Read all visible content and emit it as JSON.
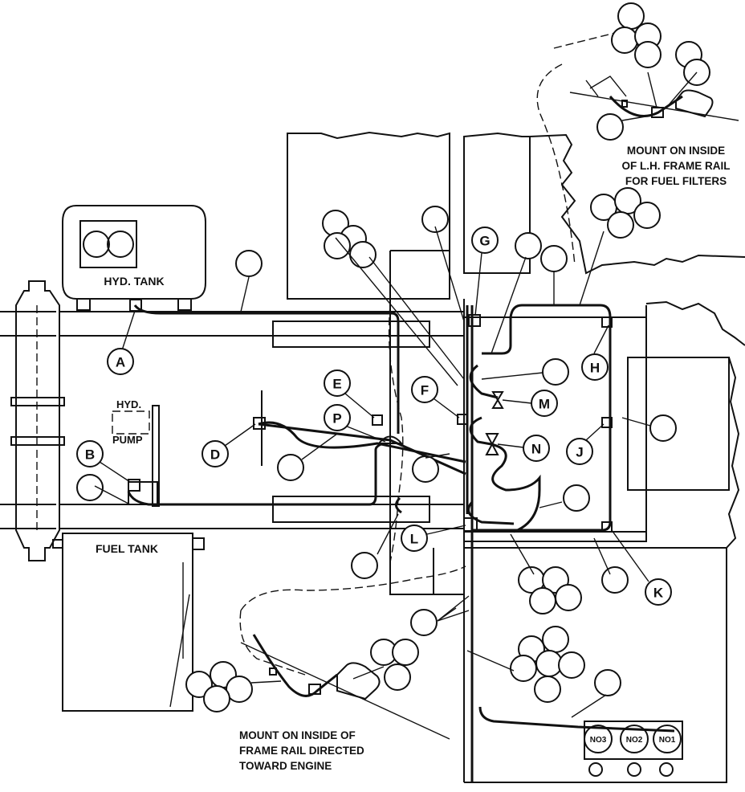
{
  "labels": {
    "hyd_tank": "HYD. TANK",
    "hyd_pump_line1": "HYD.",
    "hyd_pump_line2": "PUMP",
    "fuel_tank": "FUEL TANK",
    "engine_1": "NO3",
    "engine_2": "NO2",
    "engine_3": "NO1"
  },
  "notes": {
    "fuel_filters": [
      "MOUNT ON INSIDE",
      "OF L.H. FRAME RAIL",
      "FOR FUEL FILTERS"
    ],
    "engine_mount": [
      "MOUNT ON INSIDE OF",
      "FRAME RAIL DIRECTED",
      "TOWARD ENGINE"
    ]
  },
  "callout_letters": [
    "A",
    "B",
    "D",
    "E",
    "F",
    "G",
    "H",
    "J",
    "K",
    "L",
    "M",
    "N",
    "P"
  ],
  "colors": {
    "ink": "#111111",
    "paper": "#ffffff"
  }
}
